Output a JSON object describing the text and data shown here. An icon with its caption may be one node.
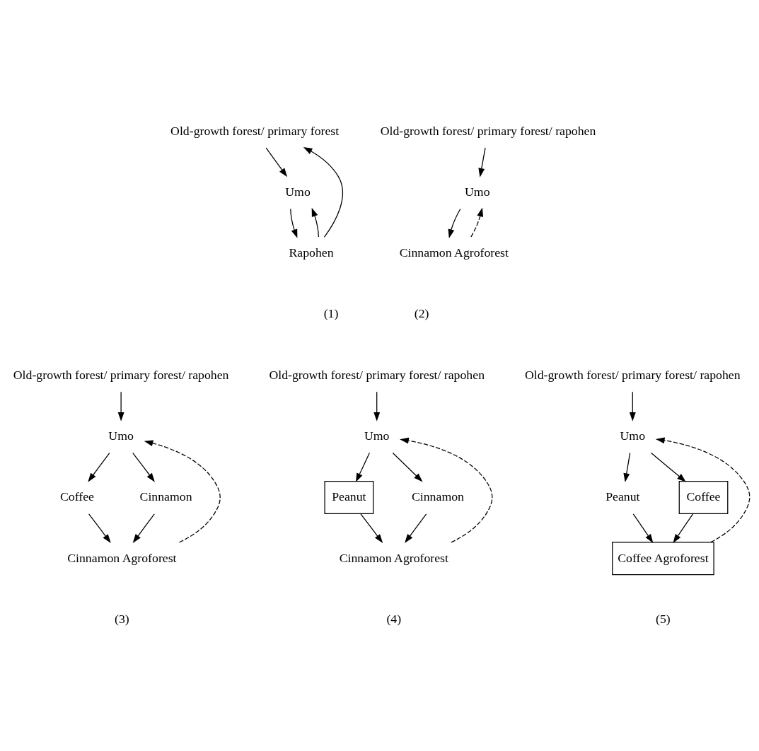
{
  "diagram": {
    "nodes": [
      {
        "text": [
          "Old-growth forest/ primary forest"
        ]
      },
      {
        "text": [
          "Umo"
        ]
      },
      {
        "text": [
          "Rapohen"
        ]
      },
      {
        "text": [
          "Old-growth forest/ primary forest/ rapohen"
        ]
      },
      {
        "text": [
          "Umo"
        ]
      },
      {
        "text": [
          "Cinnamon Agroforest"
        ]
      },
      {
        "text": [
          "Old-growth forest/ primary forest/ rapohen"
        ]
      },
      {
        "text": [
          "Umo"
        ]
      },
      {
        "text": [
          "Coffee"
        ]
      },
      {
        "text": [
          "Cinnamon"
        ]
      },
      {
        "text": [
          "Cinnamon Agroforest"
        ]
      },
      {
        "text": [
          "Old-growth forest/ primary forest/ rapohen"
        ]
      },
      {
        "text": [
          "Umo"
        ]
      },
      {
        "text": [
          "Peanut"
        ]
      },
      {
        "text": [
          "Cinnamon"
        ]
      },
      {
        "text": [
          "Cinnamon Agroforest"
        ]
      },
      {
        "text": [
          "Old-growth forest/ primary forest/ rapohen"
        ]
      },
      {
        "text": [
          "Umo"
        ]
      },
      {
        "text": [
          "Peanut"
        ]
      },
      {
        "text": [
          "Coffee"
        ]
      },
      {
        "text": [
          "Coffee Agroforest"
        ]
      }
    ],
    "edges": [
      {
        "from": 0,
        "to": 1,
        "arrow": "to"
      },
      {
        "from": 1,
        "to": 2,
        "arrow": "to"
      },
      {
        "from": 2,
        "to": 0,
        "arrow": "to"
      },
      {
        "from": 2,
        "to": 1,
        "arrow": "to"
      },
      {
        "from": 3,
        "to": 4,
        "arrow": "to"
      },
      {
        "from": 4,
        "to": 5,
        "arrow": "to"
      },
      {
        "from": 5,
        "to": 4,
        "arrow": "to",
        "style": "dashed"
      },
      {
        "from": 6,
        "to": 7,
        "arrow": "to"
      },
      {
        "from": 7,
        "to": 8,
        "arrow": "to"
      },
      {
        "from": 7,
        "to": 9,
        "arrow": "to"
      },
      {
        "from": 8,
        "to": 10,
        "arrow": "to"
      },
      {
        "from": 9,
        "to": 10,
        "arrow": "to"
      },
      {
        "from": 10,
        "to": 7,
        "arrow": "to",
        "style": "dashed"
      },
      {
        "from": 11,
        "to": 12,
        "arrow": "to"
      },
      {
        "from": 12,
        "to": 13,
        "arrow": "to"
      },
      {
        "from": 12,
        "to": 14,
        "arrow": "to"
      },
      {
        "from": 13,
        "to": 15,
        "arrow": "to"
      },
      {
        "from": 14,
        "to": 15,
        "arrow": "to"
      },
      {
        "from": 15,
        "to": 12,
        "arrow": "to",
        "style": "dashed"
      },
      {
        "from": 16,
        "to": 17,
        "arrow": "to"
      },
      {
        "from": 17,
        "to": 18,
        "arrow": "to"
      },
      {
        "from": 17,
        "to": 19,
        "arrow": "to"
      },
      {
        "from": 18,
        "to": 20,
        "arrow": "to"
      },
      {
        "from": 19,
        "to": 20,
        "arrow": "to"
      },
      {
        "from": 20,
        "to": 17,
        "arrow": "to",
        "style": "dashed"
      }
    ],
    "labels": [
      "(1)",
      "(2)",
      "(3)",
      "(4)",
      "(5)"
    ]
  }
}
